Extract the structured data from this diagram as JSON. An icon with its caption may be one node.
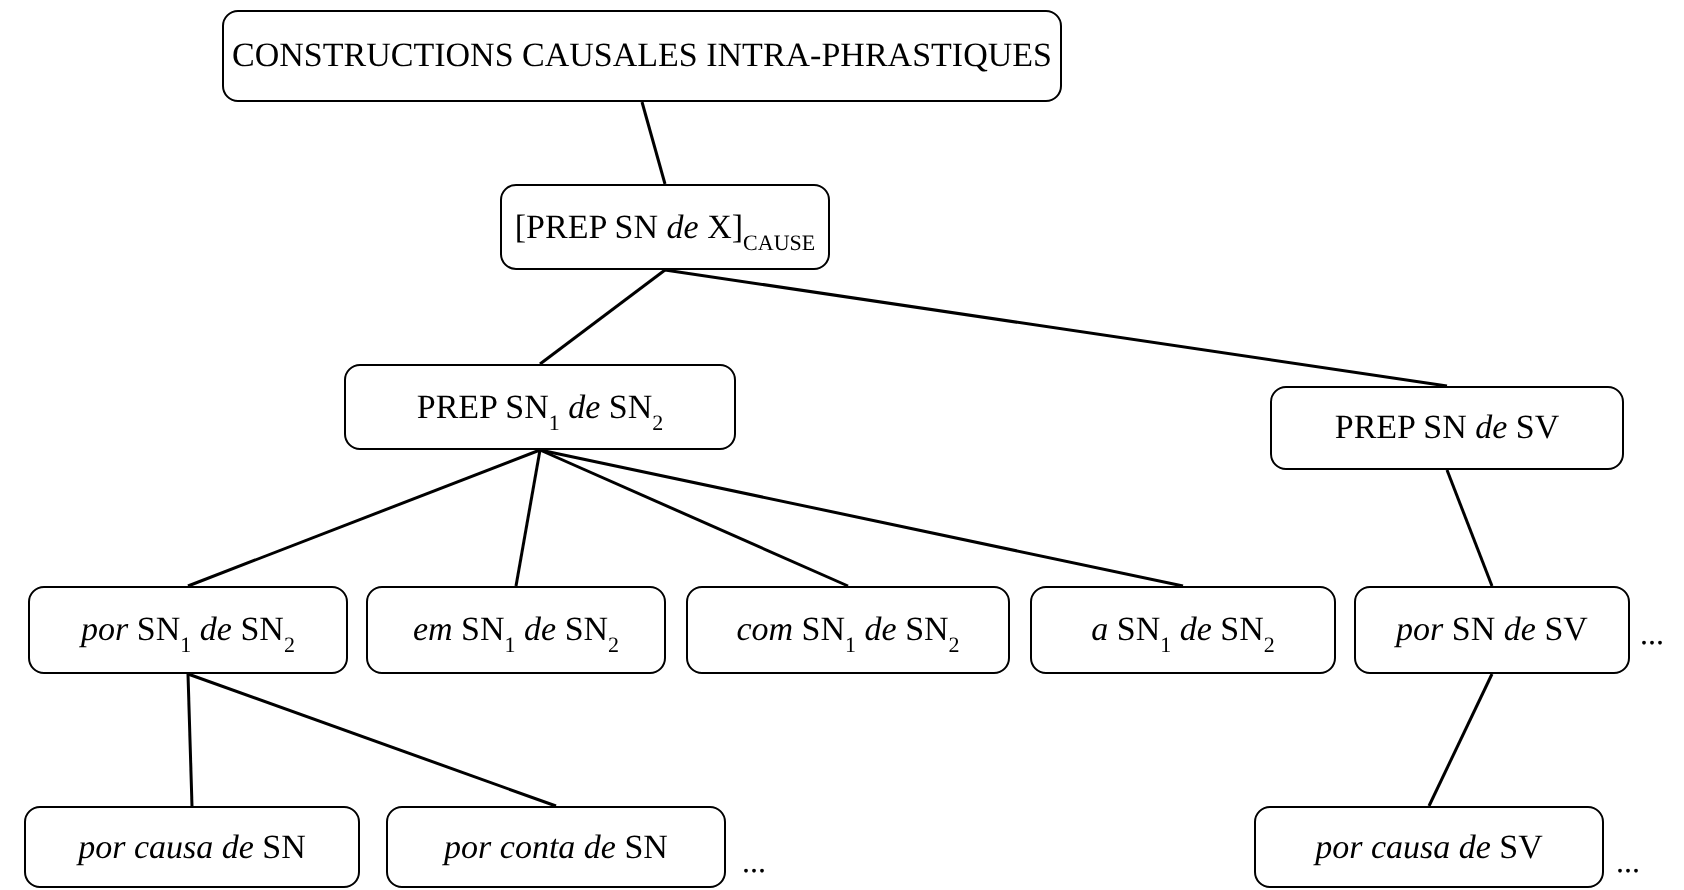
{
  "diagram": {
    "nodes": [
      {
        "text": [
          "CONSTRUCTIONS CAUSALES INTRA-PHRASTIQUES"
        ]
      },
      {
        "text": [
          "[PREP SN *de* X]$_{CAUSE}$"
        ]
      },
      {
        "text": [
          "PREP SN$_{1}$ *de* SN$_{2}$"
        ]
      },
      {
        "text": [
          "PREP SN *de* SV"
        ]
      },
      {
        "text": [
          "*por* SN$_{1}$ *de* SN$_{2}$"
        ]
      },
      {
        "text": [
          "*em* SN$_{1}$ *de* SN$_{2}$"
        ]
      },
      {
        "text": [
          "*com* SN$_{1}$ *de* SN$_{2}$"
        ]
      },
      {
        "text": [
          "*a* SN$_{1}$ *de* SN$_{2}$"
        ]
      },
      {
        "text": [
          "*por* SN *de* SV"
        ]
      },
      {
        "text": [
          "*por causa de* SN"
        ]
      },
      {
        "text": [
          "*por conta de* SN"
        ]
      },
      {
        "text": [
          "*por causa de* SV"
        ]
      }
    ],
    "edges": [
      {
        "from": 0,
        "to": 1,
        "arrow": "none"
      },
      {
        "from": 1,
        "to": 2,
        "arrow": "none"
      },
      {
        "from": 1,
        "to": 3,
        "arrow": "none"
      },
      {
        "from": 2,
        "to": 4,
        "arrow": "none"
      },
      {
        "from": 2,
        "to": 5,
        "arrow": "none"
      },
      {
        "from": 2,
        "to": 6,
        "arrow": "none"
      },
      {
        "from": 2,
        "to": 7,
        "arrow": "none"
      },
      {
        "from": 3,
        "to": 8,
        "arrow": "none"
      },
      {
        "from": 4,
        "to": 9,
        "arrow": "none"
      },
      {
        "from": 4,
        "to": 10,
        "arrow": "none"
      },
      {
        "from": 8,
        "to": 11,
        "arrow": "none"
      }
    ],
    "labels": [
      "...",
      "...",
      "..."
    ]
  }
}
